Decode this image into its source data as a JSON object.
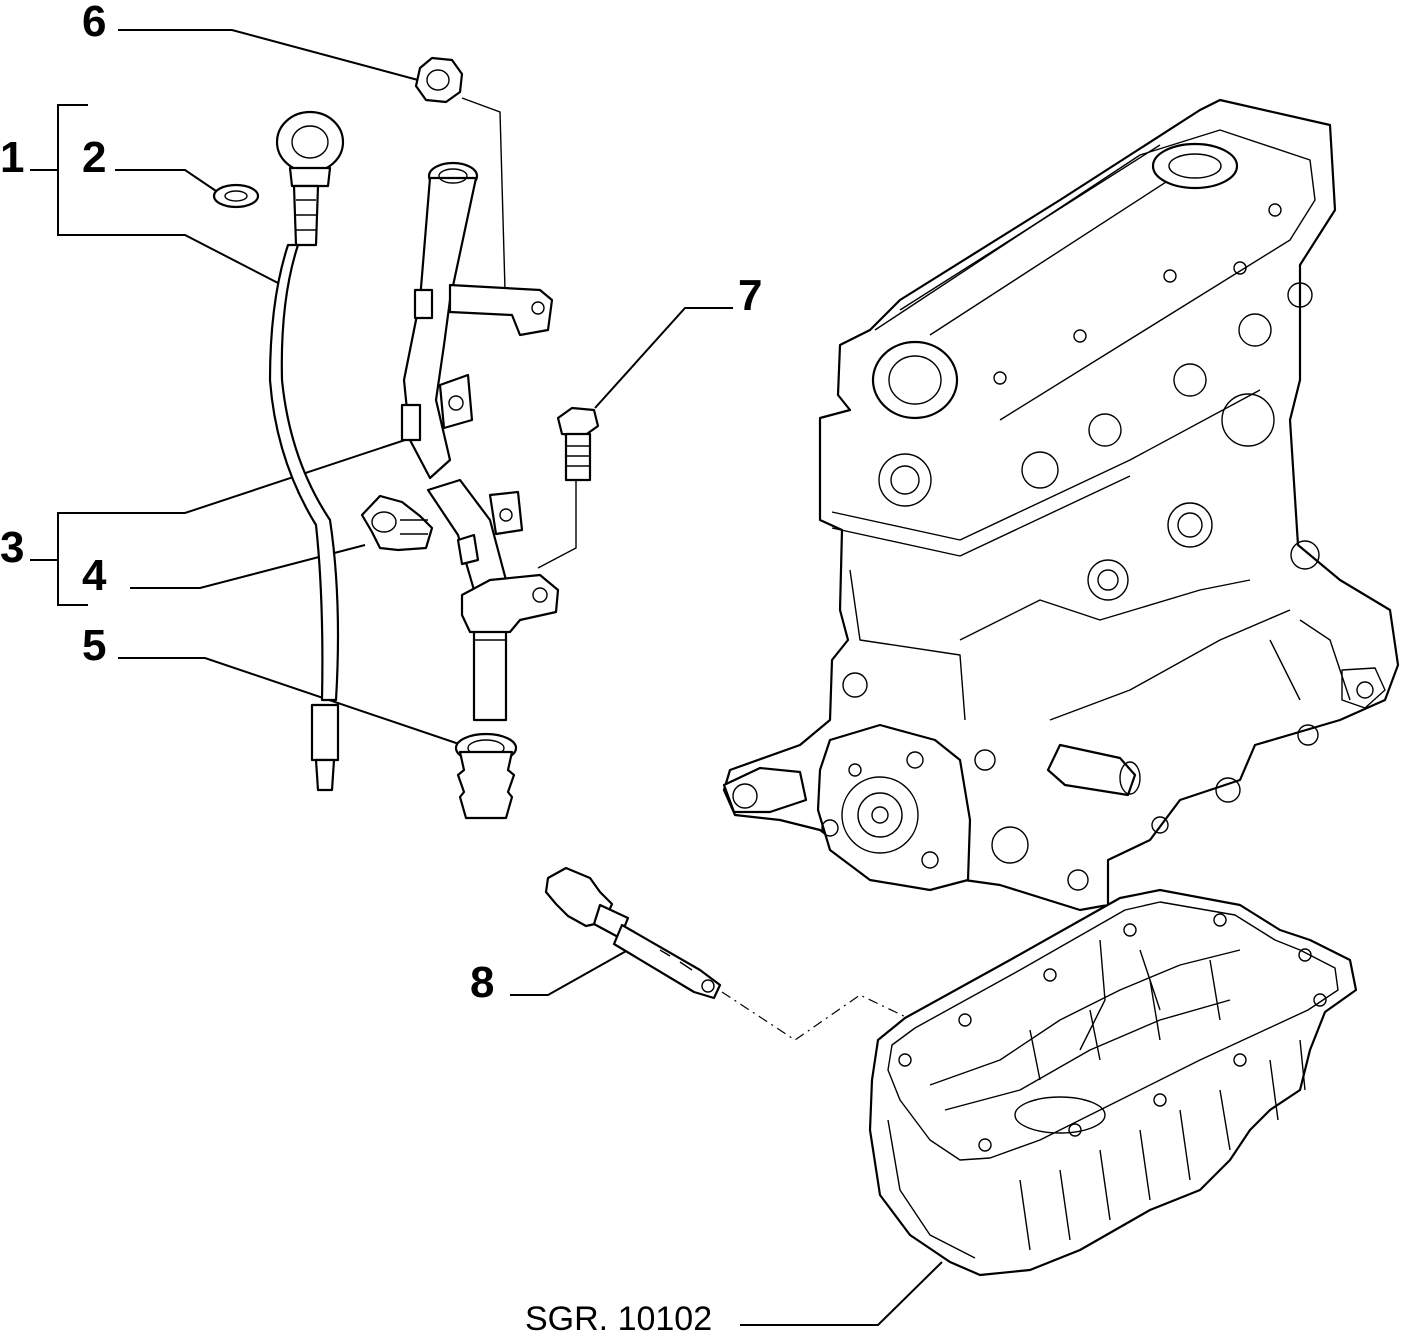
{
  "diagram": {
    "callouts": [
      {
        "id": "1",
        "text": "1"
      },
      {
        "id": "2",
        "text": "2"
      },
      {
        "id": "3",
        "text": "3"
      },
      {
        "id": "4",
        "text": "4"
      },
      {
        "id": "5",
        "text": "5"
      },
      {
        "id": "6",
        "text": "6"
      },
      {
        "id": "7",
        "text": "7"
      },
      {
        "id": "8",
        "text": "8"
      }
    ],
    "reference": "SGR. 10102"
  }
}
